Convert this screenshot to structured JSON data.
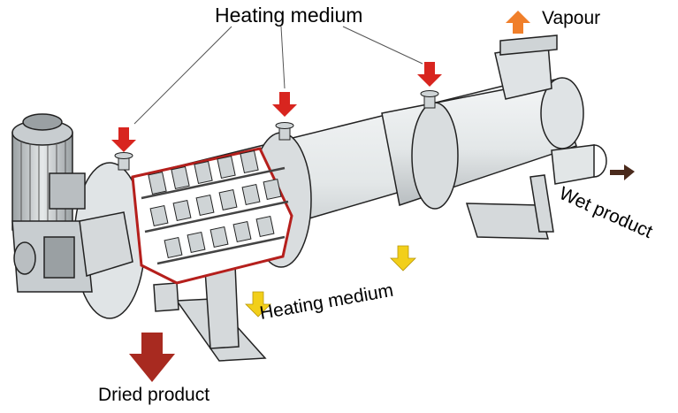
{
  "labels": {
    "heating_medium_top": "Heating medium",
    "vapour": "Vapour",
    "wet_product": "Wet product",
    "heating_medium_bottom": "Heating medium",
    "dried_product": "Dried product"
  },
  "colors": {
    "arrow_in": "#d8251f",
    "arrow_out": "#f2cf1a",
    "arrow_vapour": "#f07f2a",
    "arrow_wet": "#4a2a1c",
    "arrow_dried": "#a82a20",
    "body": "#e6e9ea",
    "shade": "#b9bec1",
    "cutaway": "#b51f1c"
  }
}
